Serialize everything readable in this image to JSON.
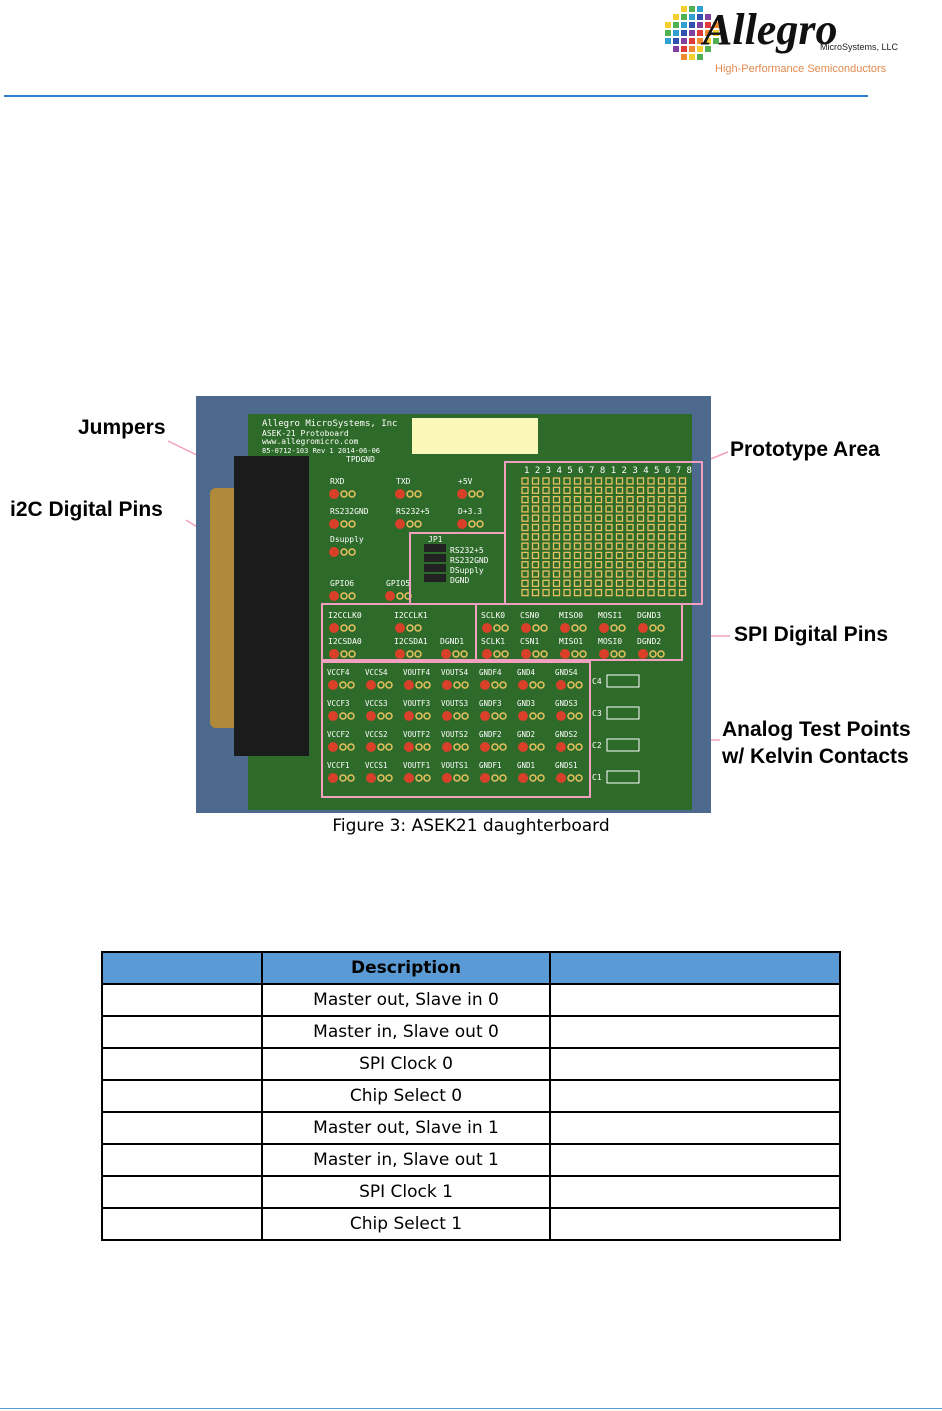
{
  "header": {
    "logo_text": "Allegro",
    "logo_sub": "MicroSystems, LLC",
    "logo_tagline": "High-Performance Semiconductors",
    "rule_color": "#2f7fc8"
  },
  "figure": {
    "caption": "Figure 3: ASEK21 daughterboard",
    "callouts": {
      "jumpers": "Jumpers",
      "i2c": "i2C Digital Pins",
      "prototype": "Prototype Area",
      "spi": "SPI Digital Pins",
      "analog_1": "Analog Test Points",
      "analog_2": "w/ Kelvin Contacts"
    },
    "board": {
      "silk_title": "Allegro MicroSystems, Inc",
      "silk_sub": "ASEK-21 Protoboard",
      "silk_url": "www.allegromicro.com",
      "silk_rev": "85-0712-103 Rev 1 2014-06-06",
      "tp": "TPDGND",
      "jp": "JP1",
      "jumper_labels": [
        "RS232+5",
        "RS232GND",
        "DSupply",
        "DGND"
      ],
      "top_pins": [
        "RXD",
        "TXD",
        "+5V",
        "RS232GND",
        "RS232+5",
        "D+3.3",
        "Dsupply",
        "GPIO6",
        "GPIO5"
      ],
      "i2c_pins": [
        "I2CCLK0",
        "I2CCLK1",
        "I2CSDA0",
        "I2CSDA1",
        "DGND1"
      ],
      "spi_pins": [
        "SCLK0",
        "CSN0",
        "MISO0",
        "MOSI1",
        "DGND3",
        "SCLK1",
        "CSN1",
        "MISO1",
        "MOSI0",
        "DGND2"
      ],
      "analog_rows": [
        [
          "VCCF4",
          "VCCS4",
          "VOUTF4",
          "VOUTS4",
          "GNDF4",
          "GND4",
          "GNDS4"
        ],
        [
          "VCCF3",
          "VCCS3",
          "VOUTF3",
          "VOUTS3",
          "GNDF3",
          "GND3",
          "GNDS3"
        ],
        [
          "VCCF2",
          "VCCS2",
          "VOUTF2",
          "VOUTS2",
          "GNDF2",
          "GND2",
          "GNDS2"
        ],
        [
          "VCCF1",
          "VCCS1",
          "VOUTF1",
          "VOUTS1",
          "GNDF1",
          "GND1",
          "GNDS1"
        ]
      ],
      "caps": [
        "C4",
        "C3",
        "C2",
        "C1"
      ],
      "proto_cols": "1 2 3 4 5 6 7 8 1 2 3 4 5 6 7 8",
      "colors": {
        "pcb": "#2e6b2a",
        "callout_line": "#f2a0c0",
        "pad": "#d8402a"
      }
    }
  },
  "table": {
    "headers": [
      "",
      "Description",
      ""
    ],
    "rows": [
      [
        "",
        "Master out, Slave in 0",
        ""
      ],
      [
        "",
        "Master in, Slave out 0",
        ""
      ],
      [
        "",
        "SPI Clock 0",
        ""
      ],
      [
        "",
        "Chip Select 0",
        ""
      ],
      [
        "",
        "Master out, Slave in 1",
        ""
      ],
      [
        "",
        "Master in, Slave out 1",
        ""
      ],
      [
        "",
        "SPI Clock 1",
        ""
      ],
      [
        "",
        "Chip Select 1",
        ""
      ]
    ],
    "header_color": "#5b9bd5"
  }
}
